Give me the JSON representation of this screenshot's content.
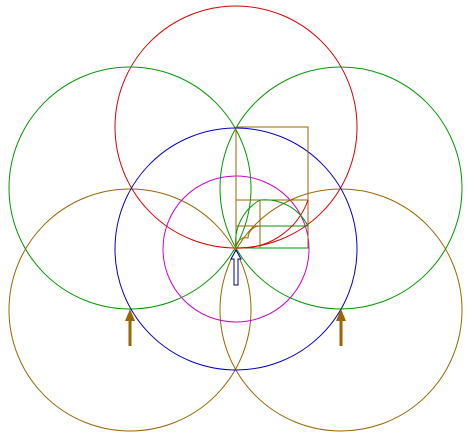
{
  "colors": {
    "background": "#ffffff",
    "red": "#dd0000",
    "green": "#009900",
    "blue": "#0000cc",
    "magenta": "#cc00cc",
    "brown": "#996600",
    "olive": "#8b7a2e",
    "navy": "#000088"
  },
  "diagram": {
    "description_free": true,
    "circles": [
      {
        "id": "top-circle",
        "color": "red"
      },
      {
        "id": "left-circle",
        "color": "green"
      },
      {
        "id": "right-circle",
        "color": "green"
      },
      {
        "id": "center-circle",
        "color": "blue"
      },
      {
        "id": "inner-circle",
        "color": "magenta"
      },
      {
        "id": "bottom-left-circle",
        "color": "brown"
      },
      {
        "id": "bottom-right-circle",
        "color": "brown"
      }
    ],
    "arrows": [
      {
        "id": "left-arrow",
        "color": "brown",
        "direction": "up"
      },
      {
        "id": "right-arrow",
        "color": "brown",
        "direction": "up"
      },
      {
        "id": "center-arrow",
        "color": "navy",
        "direction": "up",
        "style": "hollow"
      }
    ],
    "golden_spiral_squares": 5
  }
}
